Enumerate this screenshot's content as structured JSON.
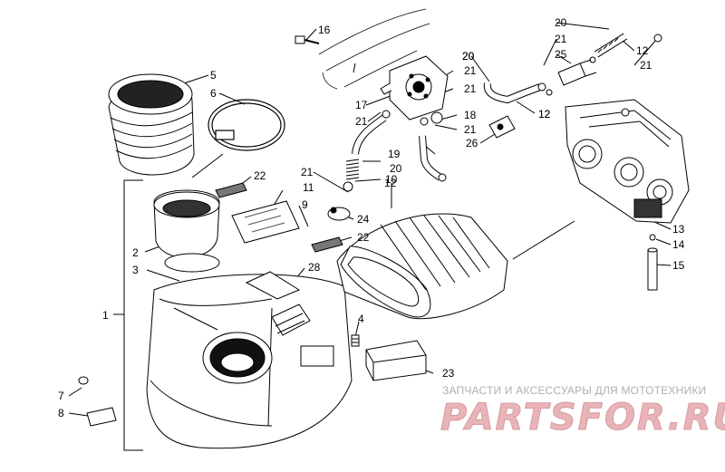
{
  "callouts": [
    "1",
    "2",
    "3",
    "4",
    "5",
    "6",
    "7",
    "8",
    "9",
    "10",
    "11",
    "12",
    "12",
    "12",
    "12",
    "13",
    "14",
    "15",
    "16",
    "17",
    "18",
    "19",
    "20",
    "20",
    "20",
    "20",
    "21",
    "21",
    "21",
    "21",
    "21",
    "21",
    "21",
    "22",
    "22",
    "23",
    "24",
    "25",
    "26",
    "28"
  ],
  "watermark": {
    "caption": "ЗАПЧАСТИ И АКСЕССУАРЫ ДЛЯ МОТОТЕХНИКИ",
    "logo": "PARTSFOR.RU"
  },
  "colors": {
    "line": "#000000",
    "watermark_text": "#b0b0b0",
    "watermark_logo": "#e8b4b8"
  }
}
